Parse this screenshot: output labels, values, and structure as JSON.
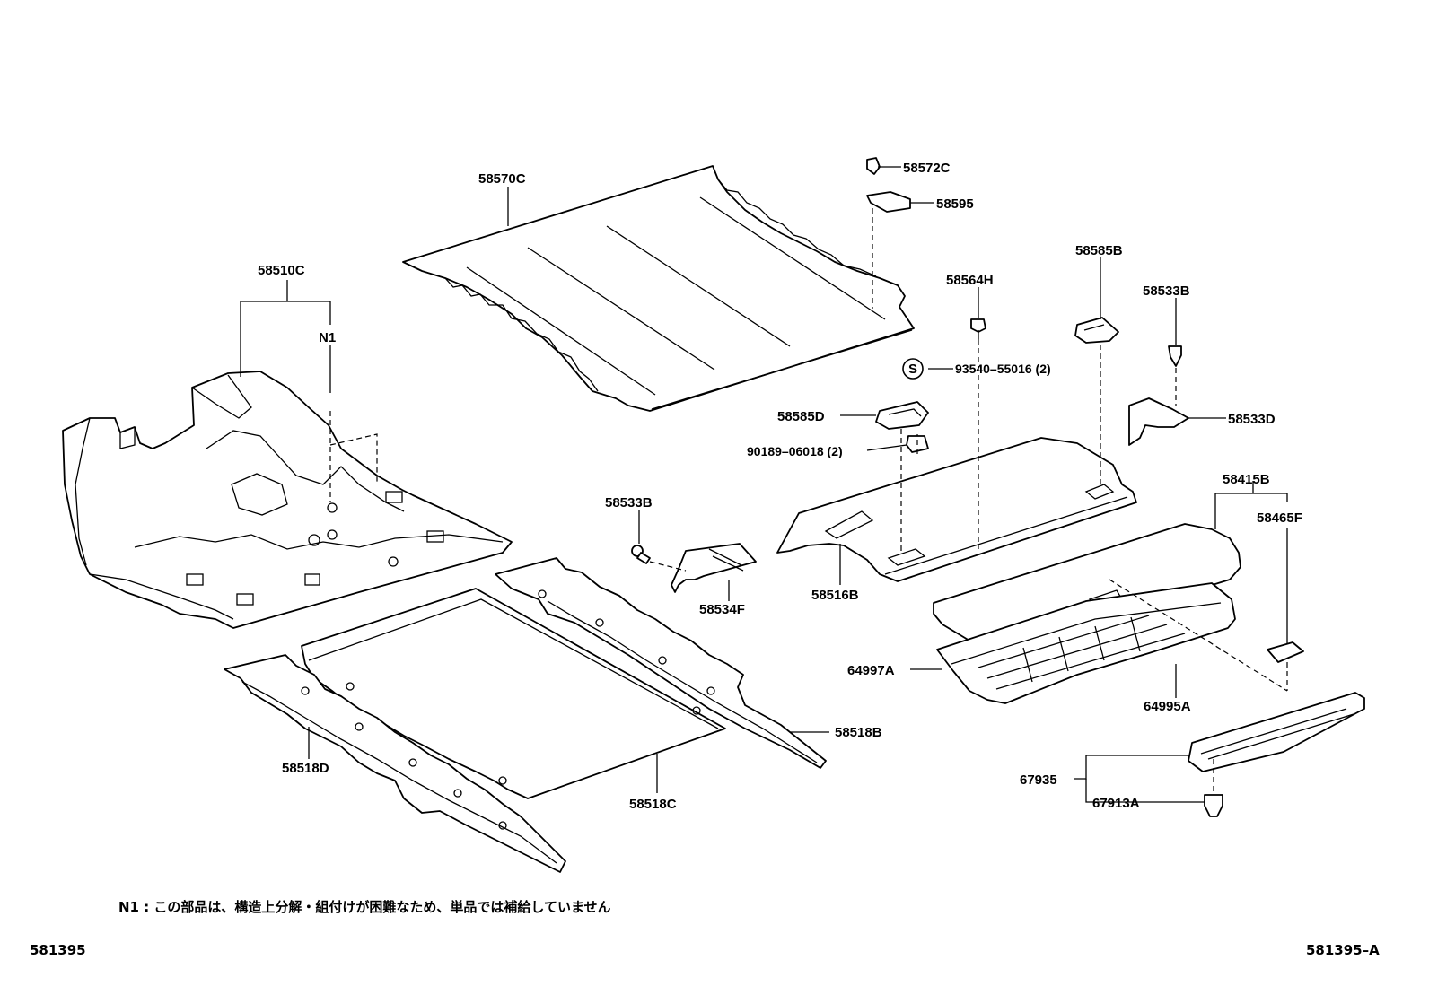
{
  "labels": {
    "p58570C": "58570C",
    "p58572C": "58572C",
    "p58595": "58595",
    "p58585B": "58585B",
    "p58564H": "58564H",
    "p58533B_r": "58533B",
    "p58510C": "58510C",
    "n1": "N1",
    "s_mark": "S",
    "p93540": "93540–55016 (2)",
    "p58585D": "58585D",
    "p58533D": "58533D",
    "p90189": "90189–06018 (2)",
    "p58415B": "58415B",
    "p58465F": "58465F",
    "p58533B_l": "58533B",
    "p58534F": "58534F",
    "p58516B": "58516B",
    "p64997A": "64997A",
    "p64995A": "64995A",
    "p58518B": "58518B",
    "p58518D": "58518D",
    "p58518C": "58518C",
    "p67935": "67935",
    "p67913A": "67913A"
  },
  "note": "N1 : この部品は、構造上分解・組付けが困難なため、単品では補給していません",
  "footer": {
    "left": "581395",
    "right": "581395–A"
  }
}
